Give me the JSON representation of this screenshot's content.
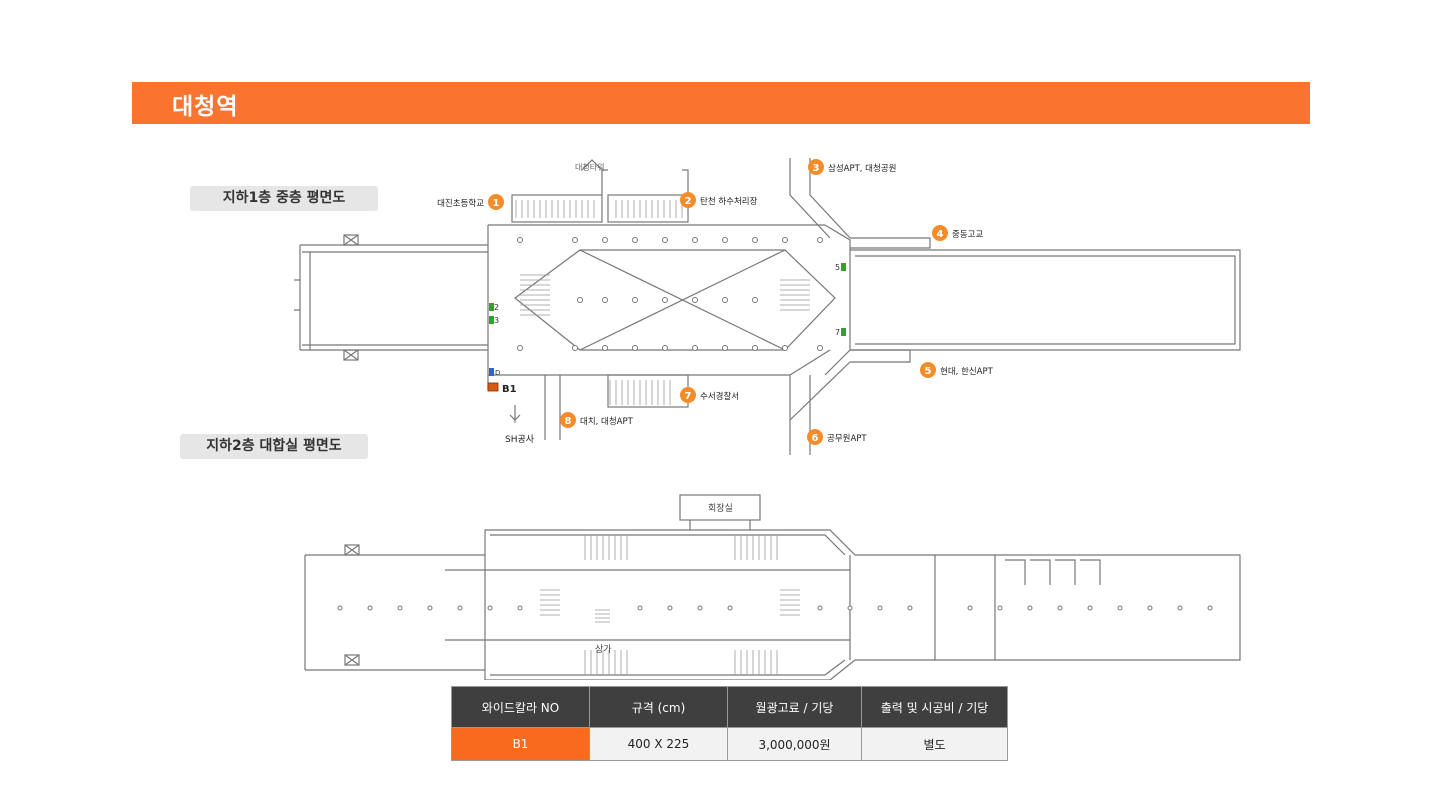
{
  "page_title": "대청역",
  "floor_labels": {
    "b1": "지하1층 중층 평면도",
    "b2": "지하2층 대합실 평면도"
  },
  "exits": [
    {
      "num": "1",
      "label": "대진초등학교"
    },
    {
      "num": "2",
      "label": "탄천 하수처리장"
    },
    {
      "num": "3",
      "label": "삼성APT, 대청공원"
    },
    {
      "num": "4",
      "label": "중동고교"
    },
    {
      "num": "5",
      "label": "현대, 한신APT"
    },
    {
      "num": "6",
      "label": "공무원APT"
    },
    {
      "num": "7",
      "label": "수서경찰서"
    },
    {
      "num": "8",
      "label": "대치, 대청APT"
    }
  ],
  "map_labels": {
    "tower": "대청타워",
    "sh": "SH공사",
    "b1_marker": "B1",
    "meeting_room": "회장실",
    "shop": "상가",
    "green_markers": [
      "2",
      "3",
      "5",
      "7"
    ],
    "blue_marker": "D"
  },
  "color_accent": "#fa7430",
  "table": {
    "headers": [
      "와이드칼라 NO",
      "규격 (cm)",
      "월광고료 / 기당",
      "출력 및 시공비 / 기당"
    ],
    "row": [
      "B1",
      "400 X 225",
      "3,000,000원",
      "별도"
    ]
  }
}
